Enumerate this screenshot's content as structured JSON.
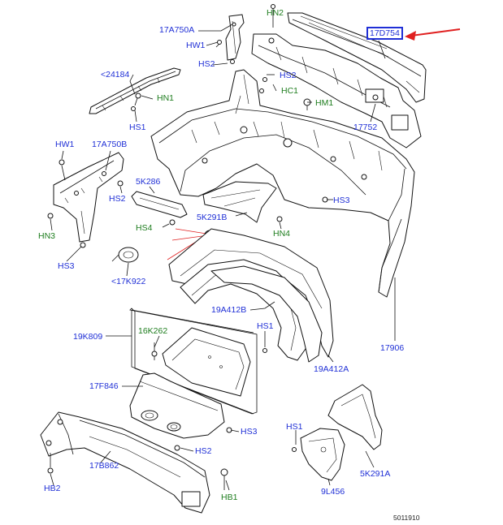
{
  "diagram": {
    "figure_number": "5011910",
    "highlight_color": "#e02020",
    "label_blue": "#1f2fd6",
    "label_green": "#1e7d1e",
    "labels": {
      "l17A750A": "17A750A",
      "lHN2": "HN2",
      "l17D754": "17D754",
      "lHW1a": "HW1",
      "lHS2a": "HS2",
      "l24184": "<24184",
      "lHS2b": "HS2",
      "lHC1": "HC1",
      "lHM1": "HM1",
      "lHN1": "HN1",
      "lHS1a": "HS1",
      "l17752": "17752",
      "lHW1b": "HW1",
      "l17A750B": "17A750B",
      "l5K286": "5K286",
      "lHS2c": "HS2",
      "lHS3a": "HS3",
      "l5K291B": "5K291B",
      "lHS4": "HS4",
      "lHN4": "HN4",
      "lHN3": "HN3",
      "lHS3b": "HS3",
      "l17K922": "<17K922",
      "l19A412B": "19A412B",
      "lHS1b": "HS1",
      "l19K809": "19K809",
      "l16K262": "16K262",
      "l17906": "17906",
      "l19A412A": "19A412A",
      "l17F846": "17F846",
      "lHS3c": "HS3",
      "lHS1c": "HS1",
      "lHS2d": "HS2",
      "l17B862": "17B862",
      "l5K291A": "5K291A",
      "lHB2": "HB2",
      "lHB1": "HB1",
      "l9L456": "9L456"
    }
  }
}
